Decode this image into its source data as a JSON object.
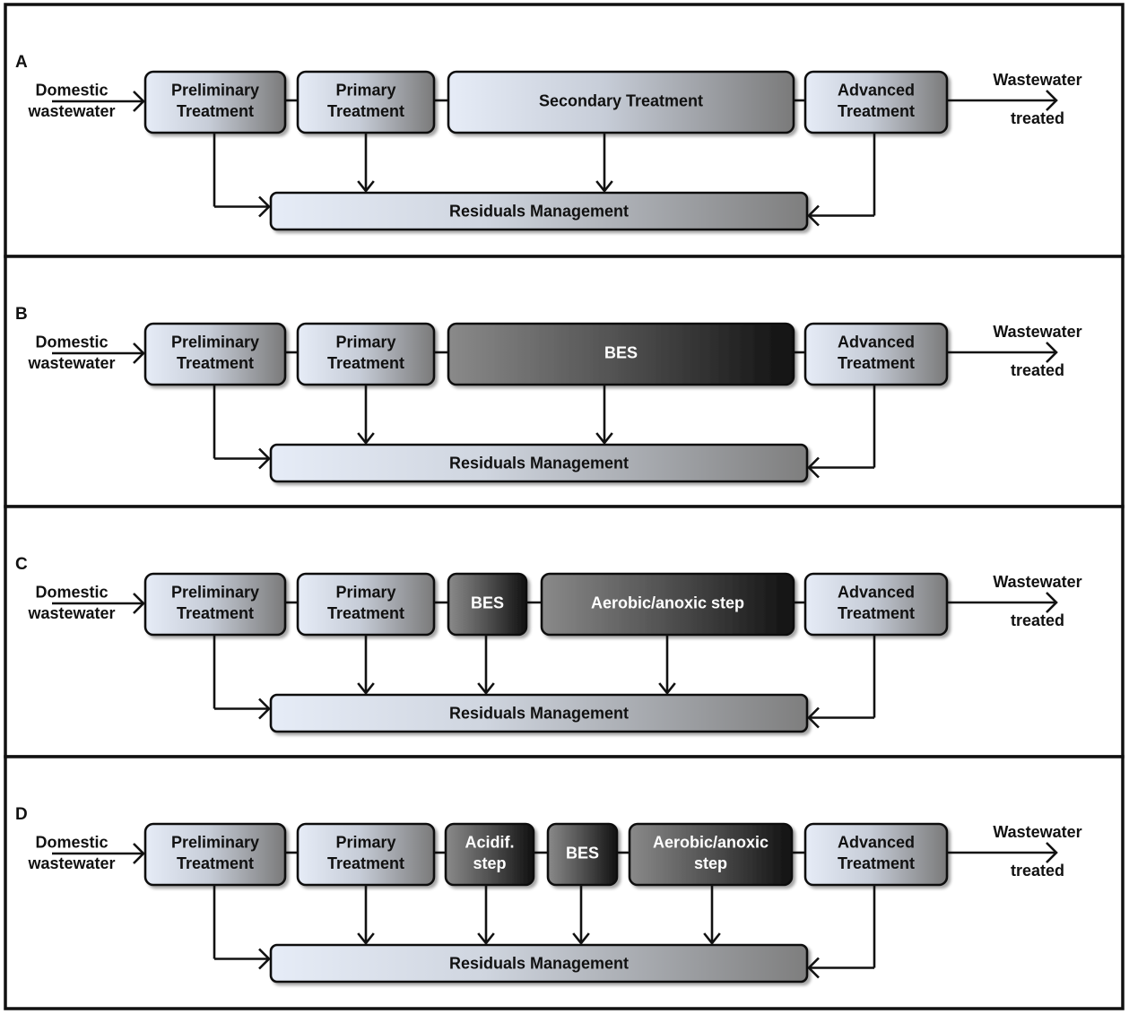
{
  "panels": [
    {
      "label": "A",
      "input": [
        "Domestic",
        "wastewater"
      ],
      "output": [
        "Wastewater",
        "treated"
      ],
      "residuals": "Residuals Management",
      "steps": [
        {
          "text": [
            "Preliminary",
            "Treatment"
          ],
          "style": "light",
          "to_residuals": "side"
        },
        {
          "text": [
            "Primary",
            "Treatment"
          ],
          "style": "light",
          "to_residuals": "down"
        },
        {
          "text": [
            "Secondary Treatment"
          ],
          "style": "light",
          "to_residuals": "down"
        },
        {
          "text": [
            "Advanced",
            "Treatment"
          ],
          "style": "light",
          "to_residuals": "side"
        }
      ]
    },
    {
      "label": "B",
      "input": [
        "Domestic",
        "wastewater"
      ],
      "output": [
        "Wastewater",
        "treated"
      ],
      "residuals": "Residuals Management",
      "steps": [
        {
          "text": [
            "Preliminary",
            "Treatment"
          ],
          "style": "light",
          "to_residuals": "side"
        },
        {
          "text": [
            "Primary",
            "Treatment"
          ],
          "style": "light",
          "to_residuals": "down"
        },
        {
          "text": [
            "BES"
          ],
          "style": "dark",
          "to_residuals": "down"
        },
        {
          "text": [
            "Advanced",
            "Treatment"
          ],
          "style": "light",
          "to_residuals": "side"
        }
      ]
    },
    {
      "label": "C",
      "input": [
        "Domestic",
        "wastewater"
      ],
      "output": [
        "Wastewater",
        "treated"
      ],
      "residuals": "Residuals Management",
      "steps": [
        {
          "text": [
            "Preliminary",
            "Treatment"
          ],
          "style": "light",
          "to_residuals": "side"
        },
        {
          "text": [
            "Primary",
            "Treatment"
          ],
          "style": "light",
          "to_residuals": "down"
        },
        {
          "text": [
            "BES"
          ],
          "style": "dark",
          "to_residuals": "down"
        },
        {
          "text": [
            "Aerobic/anoxic step"
          ],
          "style": "dark",
          "to_residuals": "down"
        },
        {
          "text": [
            "Advanced",
            "Treatment"
          ],
          "style": "light",
          "to_residuals": "side"
        }
      ]
    },
    {
      "label": "D",
      "input": [
        "Domestic",
        "wastewater"
      ],
      "output": [
        "Wastewater",
        "treated"
      ],
      "residuals": "Residuals Management",
      "steps": [
        {
          "text": [
            "Preliminary",
            "Treatment"
          ],
          "style": "light",
          "to_residuals": "side"
        },
        {
          "text": [
            "Primary",
            "Treatment"
          ],
          "style": "light",
          "to_residuals": "down"
        },
        {
          "text": [
            "Acidif.",
            "step"
          ],
          "style": "dark",
          "to_residuals": "down"
        },
        {
          "text": [
            "BES"
          ],
          "style": "dark",
          "to_residuals": "down"
        },
        {
          "text": [
            "Aerobic/anoxic",
            "step"
          ],
          "style": "dark",
          "to_residuals": "down"
        },
        {
          "text": [
            "Advanced",
            "Treatment"
          ],
          "style": "light",
          "to_residuals": "side"
        }
      ]
    }
  ],
  "colors": {
    "light_start": "#e6ecf7",
    "light_end": "#7a7a7a",
    "dark_start": "#8a8a8a",
    "dark_end": "#111111",
    "stroke": "#111111"
  }
}
